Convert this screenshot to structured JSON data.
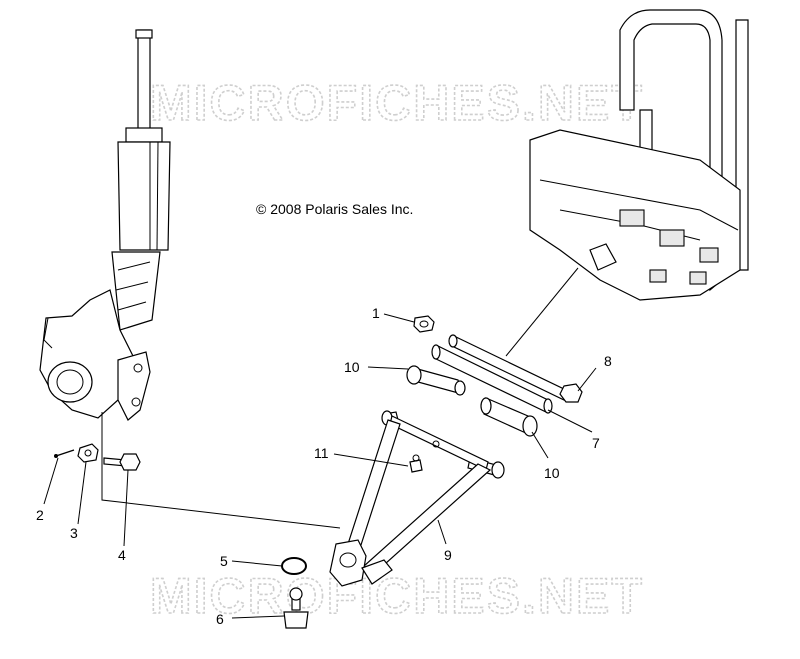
{
  "watermark": "MICROFICHES.NET",
  "copyright": "© 2008 Polaris Sales Inc.",
  "callouts": {
    "c1": "1",
    "c2": "2",
    "c3": "3",
    "c4": "4",
    "c5": "5",
    "c6": "6",
    "c7": "7",
    "c8": "8",
    "c9": "9",
    "c10a": "10",
    "c10b": "10",
    "c11": "11"
  }
}
